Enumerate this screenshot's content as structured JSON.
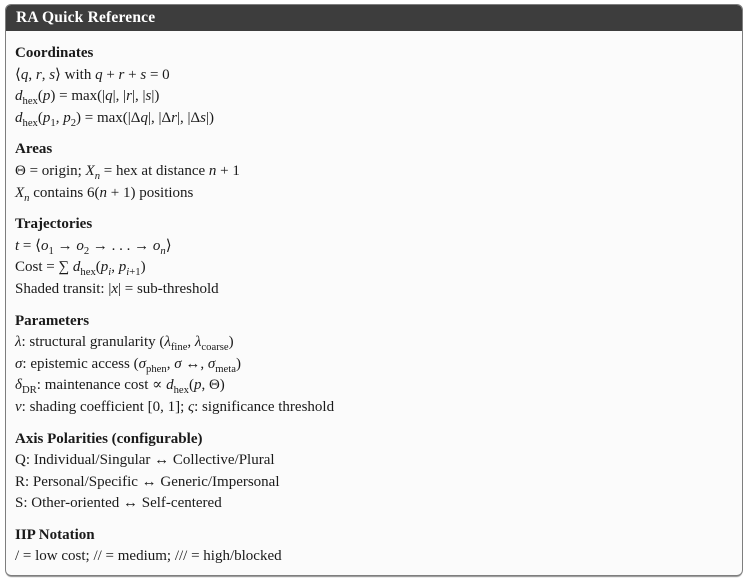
{
  "card": {
    "title": "RA Quick Reference",
    "colors": {
      "titlebar_bg": "#3d3d3d",
      "titlebar_text": "#ffffff",
      "body_bg": "#fbfbfb",
      "border": "#7e7e7e"
    },
    "sections": [
      {
        "heading": "Coordinates",
        "lines": [
          "⟨*q*, *r*, *s*⟩ with *q* + *r* + *s* = 0",
          "*d*~hex~(*p*) = max(|*q*|, |*r*|, |*s*|)",
          "*d*~hex~(*p*~1~, *p*~2~) = max(|Δ*q*|, |Δ*r*|, |Δ*s*|)"
        ]
      },
      {
        "heading": "Areas",
        "lines": [
          "Θ = origin; *X*~*n*~ = hex at distance *n* + 1",
          "*X*~*n*~ contains 6(*n* + 1) positions"
        ]
      },
      {
        "heading": "Trajectories",
        "lines": [
          "*t* = ⟨*o*~1~ → *o*~2~ → . . . → *o*~*n*~⟩",
          "Cost = ∑ *d*~hex~(*p*~*i*~, *p*~*i*+1~)",
          "Shaded transit: |*x*| = sub-threshold"
        ]
      },
      {
        "heading": "Parameters",
        "lines": [
          "*λ*: structural granularity (*λ*~fine~, *λ*~coarse~)",
          "*σ*: epistemic access (*σ*~phen~, *σ* ↔, *σ*~meta~)",
          "*δ*~DR~: maintenance cost ∝ *d*~hex~(*p*, Θ)",
          "*ν*: shading coefficient [0, 1]; *ς*: significance threshold"
        ]
      },
      {
        "heading": "Axis Polarities (configurable)",
        "lines": [
          "Q: Individual/Singular ↔ Collective/Plural",
          "R: Personal/Specific ↔ Generic/Impersonal",
          "S: Other-oriented ↔ Self-centered"
        ]
      },
      {
        "heading": "IIP Notation",
        "lines": [
          "/ = low cost; // = medium; /// = high/blocked"
        ]
      }
    ]
  }
}
